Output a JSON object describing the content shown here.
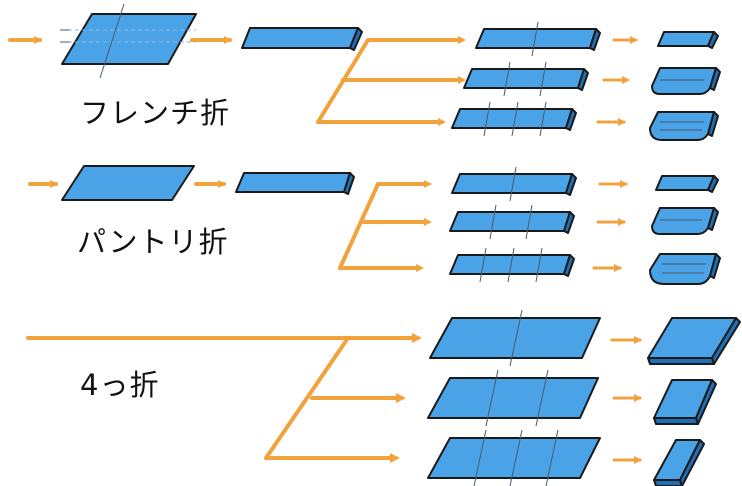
{
  "labels": {
    "french_fold": "フレンチ折",
    "pantry_fold": "パントリ折",
    "quarter_fold": "4っ折"
  },
  "colors": {
    "arrow": "#f2a23c",
    "sheet": "#4aa3e6",
    "sheet_edge": "#1f6fb5",
    "outline": "#1a1a1a",
    "text": "#111111"
  }
}
